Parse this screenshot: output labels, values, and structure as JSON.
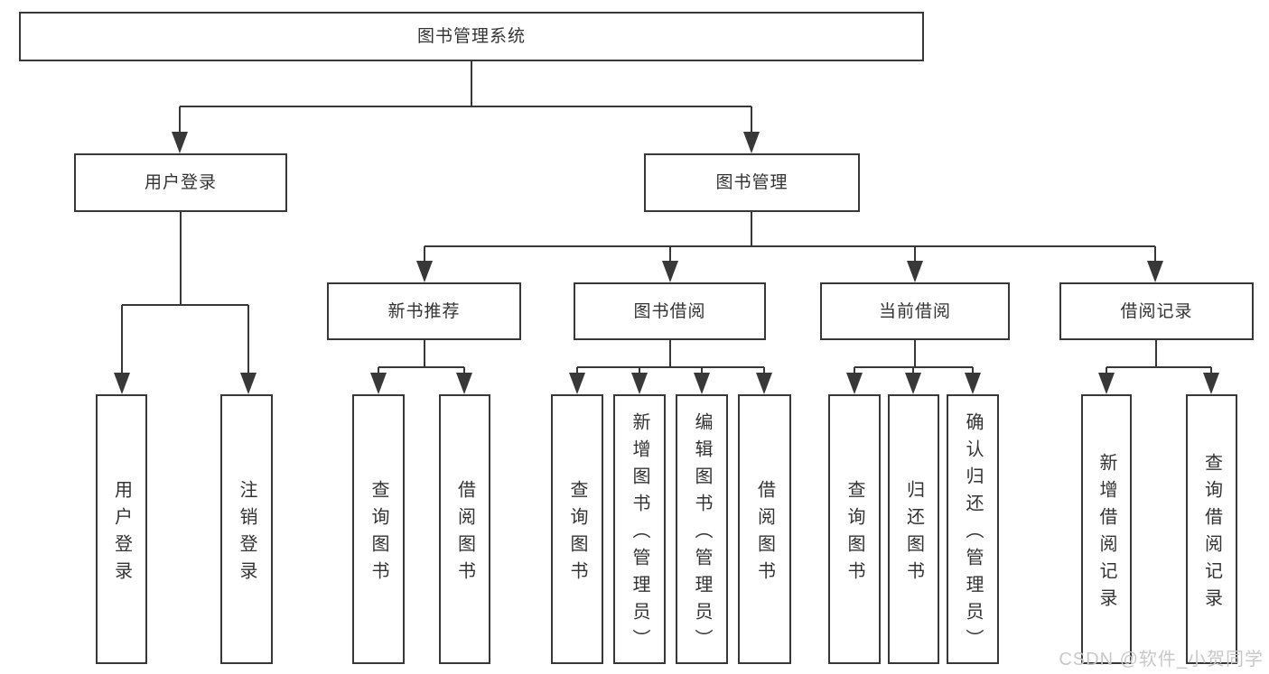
{
  "diagram": {
    "type": "hierarchy-tree",
    "root": {
      "label": "图书管理系统"
    },
    "level2": [
      {
        "id": "user-login",
        "label": "用户登录",
        "parent": "root"
      },
      {
        "id": "book-mgmt",
        "label": "图书管理",
        "parent": "root"
      }
    ],
    "level3": [
      {
        "id": "new-books",
        "label": "新书推荐",
        "parent": "book-mgmt"
      },
      {
        "id": "book-borrow",
        "label": "图书借阅",
        "parent": "book-mgmt"
      },
      {
        "id": "current-borrow",
        "label": "当前借阅",
        "parent": "book-mgmt"
      },
      {
        "id": "borrow-records",
        "label": "借阅记录",
        "parent": "book-mgmt"
      }
    ],
    "leaves": [
      {
        "label": "用户登录",
        "parent": "user-login"
      },
      {
        "label": "注销登录",
        "parent": "user-login"
      },
      {
        "label": "查询图书",
        "parent": "new-books"
      },
      {
        "label": "借阅图书",
        "parent": "new-books"
      },
      {
        "label": "查询图书",
        "parent": "book-borrow"
      },
      {
        "label": "新增图书（管理员）",
        "parent": "book-borrow"
      },
      {
        "label": "编辑图书（管理员）",
        "parent": "book-borrow"
      },
      {
        "label": "借阅图书",
        "parent": "book-borrow"
      },
      {
        "label": "查询图书",
        "parent": "current-borrow"
      },
      {
        "label": "归还图书",
        "parent": "current-borrow"
      },
      {
        "label": "确认归还（管理员）",
        "parent": "current-borrow"
      },
      {
        "label": "新增借阅记录",
        "parent": "borrow-records"
      },
      {
        "label": "查询借阅记录",
        "parent": "borrow-records"
      }
    ],
    "watermark": "CSDN @软件_小贺同学",
    "colors": {
      "line": "#383838",
      "box_border": "#383838",
      "box_background": "#ffffff",
      "text": "#333333",
      "watermark": "#c8c8c8",
      "page_background": "#ffffff"
    }
  }
}
